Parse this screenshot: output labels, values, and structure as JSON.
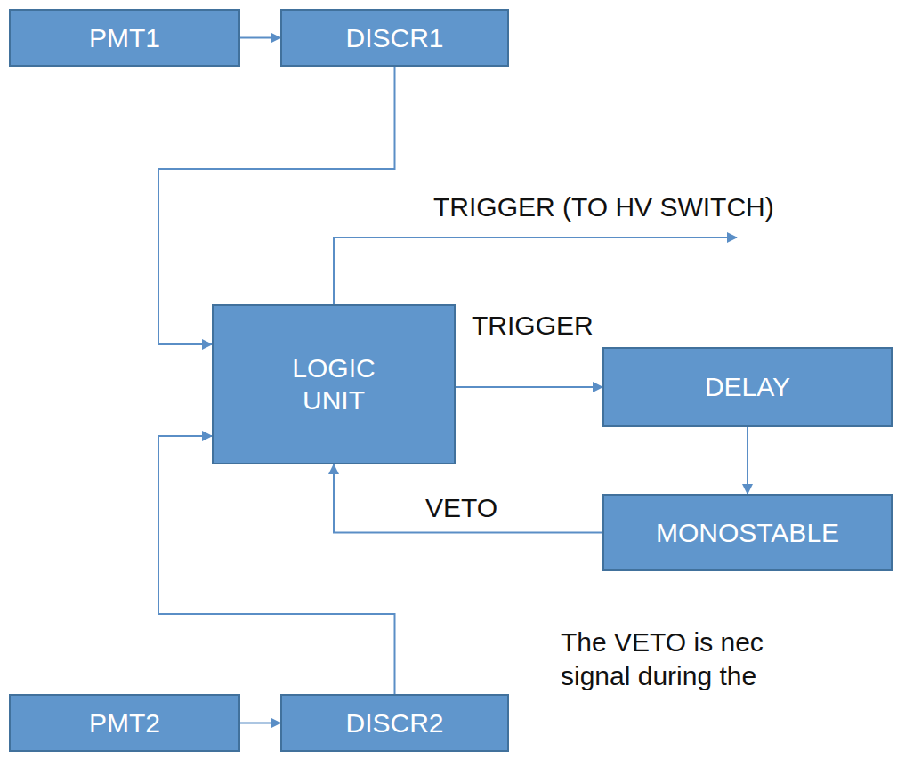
{
  "diagram": {
    "nodes": [
      {
        "text": [
          "PMT1"
        ]
      },
      {
        "text": [
          "DISCR1"
        ]
      },
      {
        "text": [
          "LOGIC UNIT"
        ]
      },
      {
        "text": [
          "DELAY"
        ]
      },
      {
        "text": [
          "MONOSTABLE"
        ]
      },
      {
        "text": [
          "PMT2"
        ]
      },
      {
        "text": [
          "DISCR2"
        ]
      }
    ],
    "edges": [
      {
        "from": 0,
        "to": 1,
        "arrow": "to"
      },
      {
        "from": 1,
        "to": 2,
        "arrow": "to"
      },
      {
        "from": 5,
        "to": 6,
        "arrow": "to"
      },
      {
        "from": 6,
        "to": 2,
        "arrow": "to"
      },
      {
        "from": 2,
        "to": 3,
        "label": "TRIGGER",
        "arrow": "to"
      },
      {
        "from": 3,
        "to": 4,
        "arrow": "to"
      },
      {
        "from": 4,
        "to": 2,
        "label": "VETO",
        "arrow": "to"
      }
    ],
    "labels": [
      "TRIGGER (TO HV SWITCH)",
      "The VETO is nec signal during the"
    ]
  }
}
